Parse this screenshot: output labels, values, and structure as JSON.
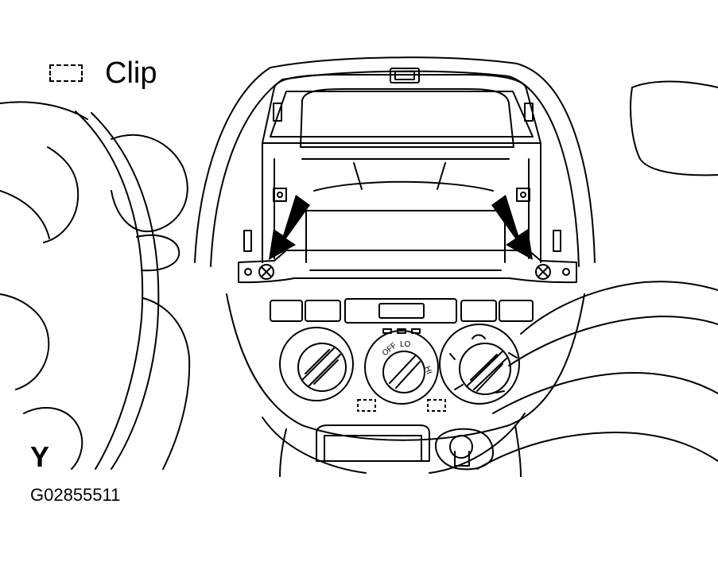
{
  "legend": {
    "label": "Clip",
    "icon": "dashed-rectangle-icon"
  },
  "view_letter": "Y",
  "figure_code": "G02855511",
  "knob_labels": {
    "off": "OFF",
    "lo": "LO",
    "hi": "HI"
  },
  "colors": {
    "ink": "#000000",
    "background": "#ffffff"
  }
}
